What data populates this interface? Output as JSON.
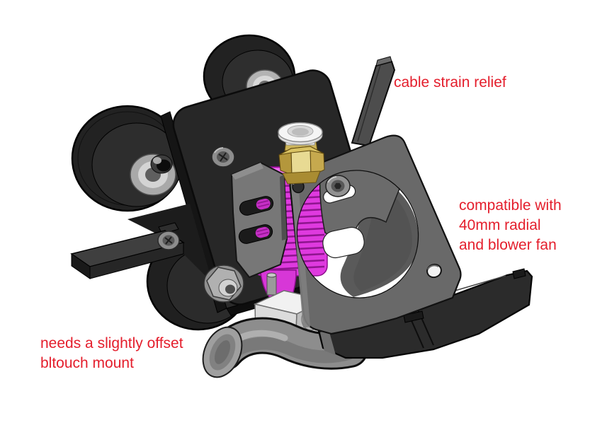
{
  "annotations": {
    "cable_strain_relief": {
      "text": "cable strain relief"
    },
    "fan_compatibility": {
      "lines": [
        "compatible with",
        "40mm radial",
        "and blower fan"
      ]
    },
    "bltouch_note": {
      "lines": [
        "needs a slightly offset",
        "bltouch mount"
      ]
    }
  },
  "colors": {
    "background": "#ffffff",
    "annotation_red": "#e41e2c",
    "heatsink_magenta": "#df3adf",
    "brass_fitting": "#d9c263",
    "dark_plastic": "#272727",
    "gray_plastic": "#696969",
    "metal_light": "#dcdcdc"
  },
  "parts": [
    "carriage-plate",
    "v-wheel-top",
    "v-wheel-left",
    "v-wheel-bottom",
    "eccentric-nut",
    "mounting-foot",
    "ptfe-coupler",
    "pneumatic-fitting",
    "hotend-heatsink",
    "heater-block",
    "mounting-bracket",
    "fan-mount-plate",
    "fan-opening",
    "strain-relief-arm",
    "fan-duct-tube",
    "blower-duct"
  ]
}
